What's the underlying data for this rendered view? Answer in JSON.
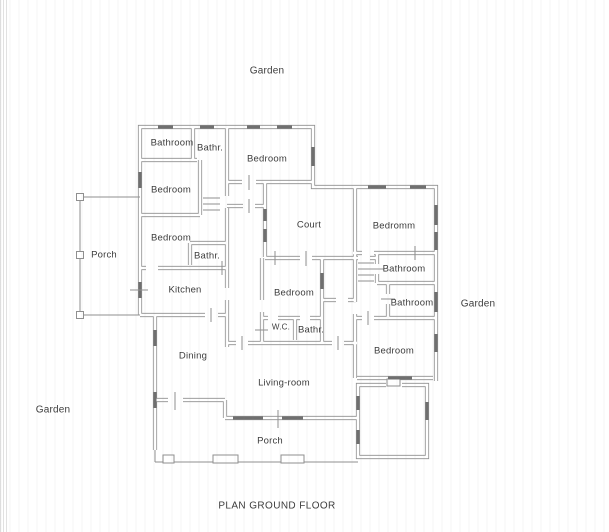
{
  "title": "PLAN GROUND FLOOR",
  "labels": {
    "garden_top": "Garden",
    "garden_left": "Garden",
    "garden_right": "Garden",
    "bathroom_nw": "Bathroom",
    "bathr_n": "Bathr.",
    "bedroom_n": "Bedroom",
    "bedroom_w1": "Bedroom",
    "court": "Court",
    "bedromm_ne": "Bedromm",
    "bedroom_w2": "Bedroom",
    "bathr_w": "Bathr.",
    "bathroom_e1": "Bathroom",
    "porch_west": "Porch",
    "kitchen": "Kitchen",
    "bedroom_c": "Bedroom",
    "bathroom_e2": "Bathroom",
    "wc": "W.C.",
    "bathr_c": "Bathr.",
    "bedroom_e": "Bedroom",
    "dining": "Dining",
    "living_room": "Living-room",
    "porch_south": "Porch"
  },
  "colors": {
    "wall": "#8f8f8f",
    "window": "#6f6f6f",
    "text": "#3c3c3c",
    "background": "#ffffff"
  }
}
